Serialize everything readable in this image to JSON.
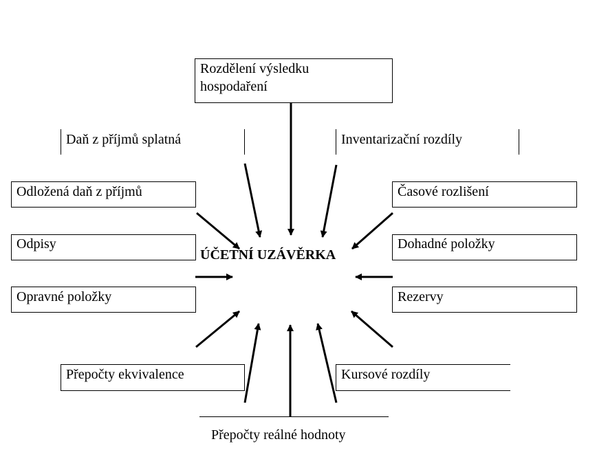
{
  "center_title": "ÚČETNÍ UZÁVĚRKA",
  "items": {
    "rozdeleni_line1": "Rozdělení výsledku",
    "rozdeleni_line2": "hospodaření",
    "dan_splatna": "Daň z příjmů splatná",
    "inventarizacni": "Inventarizační rozdíly",
    "odlozena_dan": "Odložená daň z příjmů",
    "casove_rozliseni": "Časové rozlišení",
    "odpisy": "Odpisy",
    "dohadne_polozky": "Dohadné položky",
    "opravne_polozky": "Opravné položky",
    "rezervy": "Rezervy",
    "prepocty_ekvivalence": "Přepočty ekvivalence",
    "kursove_rozdily": "Kursové rozdíly",
    "prepocty_realne": "Přepočty reálné hodnoty"
  }
}
